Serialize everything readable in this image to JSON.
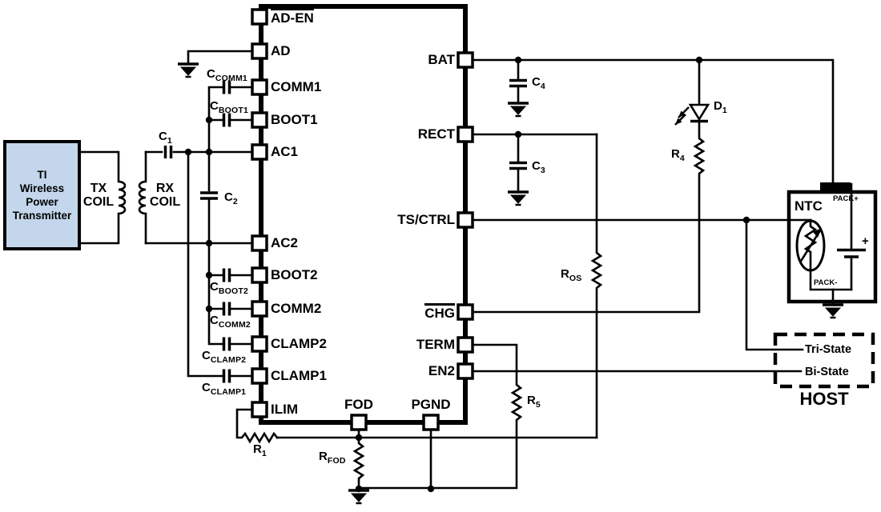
{
  "transmitter": {
    "line1": "TI",
    "line2": "Wireless",
    "line3": "Power",
    "line4": "Transmitter"
  },
  "coils": {
    "tx_line1": "TX",
    "tx_line2": "COIL",
    "rx_line1": "RX",
    "rx_line2": "COIL"
  },
  "ic": {
    "left_pins": [
      {
        "label": "AD-EN",
        "overline": true
      },
      {
        "label": "AD"
      },
      {
        "label": "COMM1"
      },
      {
        "label": "BOOT1"
      },
      {
        "label": "AC1"
      },
      {
        "label": "AC2"
      },
      {
        "label": "BOOT2"
      },
      {
        "label": "COMM2"
      },
      {
        "label": "CLAMP2"
      },
      {
        "label": "CLAMP1"
      },
      {
        "label": "ILIM"
      }
    ],
    "right_pins": [
      {
        "label": "BAT"
      },
      {
        "label": "RECT"
      },
      {
        "label": "TS/CTRL"
      },
      {
        "label": "CHG",
        "overline": true
      },
      {
        "label": "TERM"
      },
      {
        "label": "EN2"
      }
    ],
    "bottom_pins": [
      {
        "label": "FOD"
      },
      {
        "label": "PGND"
      }
    ]
  },
  "components": {
    "c1": {
      "ref": "C",
      "sub": "1"
    },
    "c2": {
      "ref": "C",
      "sub": "2"
    },
    "c3": {
      "ref": "C",
      "sub": "3"
    },
    "c4": {
      "ref": "C",
      "sub": "4"
    },
    "c_comm1": {
      "ref": "C",
      "sub": "COMM1"
    },
    "c_boot1": {
      "ref": "C",
      "sub": "BOOT1"
    },
    "c_boot2": {
      "ref": "C",
      "sub": "BOOT2"
    },
    "c_comm2": {
      "ref": "C",
      "sub": "COMM2"
    },
    "c_clamp2": {
      "ref": "C",
      "sub": "CLAMP2"
    },
    "c_clamp1": {
      "ref": "C",
      "sub": "CLAMP1"
    },
    "r1": {
      "ref": "R",
      "sub": "1"
    },
    "r4": {
      "ref": "R",
      "sub": "4"
    },
    "r5": {
      "ref": "R",
      "sub": "5"
    },
    "r_fod": {
      "ref": "R",
      "sub": "FOD"
    },
    "r_os": {
      "ref": "R",
      "sub": "OS"
    },
    "d1": {
      "ref": "D",
      "sub": "1"
    }
  },
  "battery_pack": {
    "ntc_label": "NTC",
    "pack_plus": "PACK+",
    "pack_minus": "PACK-",
    "plus_sign": "+"
  },
  "host": {
    "tri_state": "Tri-State",
    "bi_state": "Bi-State",
    "label": "HOST"
  },
  "colors": {
    "line": "#000000",
    "transmitter_fill": "#c3d6ec",
    "background": "#ffffff"
  }
}
